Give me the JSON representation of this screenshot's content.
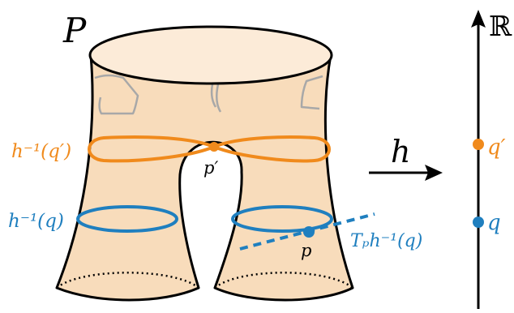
{
  "labels": {
    "space": "P",
    "map": "h",
    "target": "ℝ",
    "level_q_prime": "h⁻¹(q′)",
    "level_q": "h⁻¹(q)",
    "point_p_prime": "p′",
    "point_p": "p",
    "tangent": "Tₚh⁻¹(q)",
    "value_q_prime": "q′",
    "value_q": "q"
  },
  "colors": {
    "surface_fill": "#f8dcbb",
    "top_fill": "#fcebd8",
    "outline": "#000000",
    "orange": "#f08a1c",
    "blue": "#1f7fbf",
    "gray_mark": "#a8a8a8"
  },
  "icons": {
    "map_arrow": "right-arrow-icon",
    "axis_arrow": "up-arrow-icon"
  }
}
